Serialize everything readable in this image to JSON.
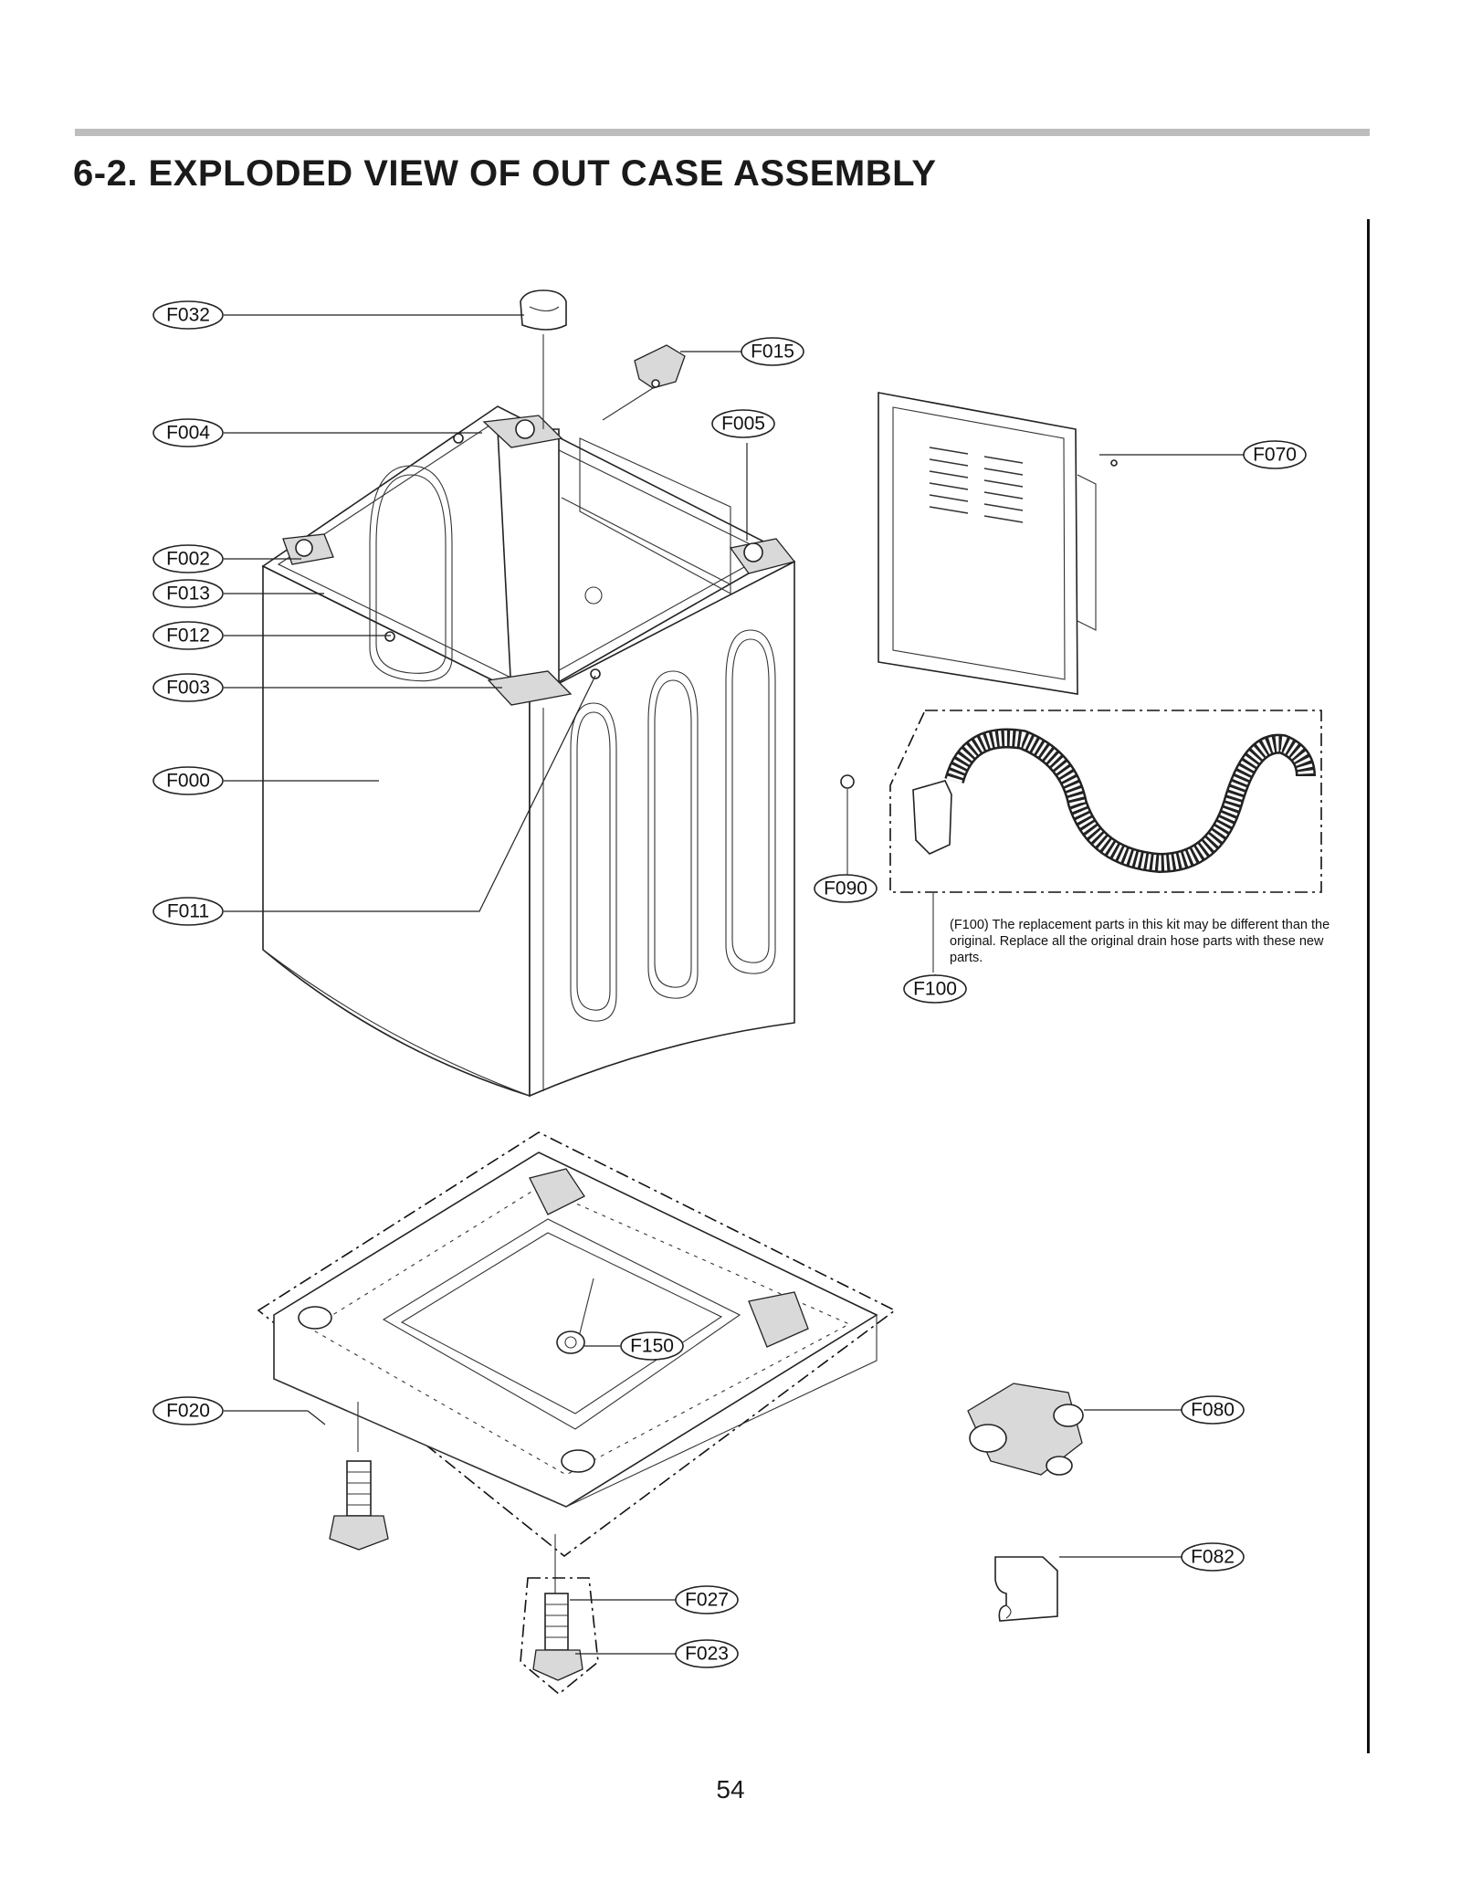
{
  "title": "6-2. EXPLODED VIEW OF OUT CASE ASSEMBLY",
  "page_number": "54",
  "note": "(F100) The replacement parts in this kit may be different than the original. Replace all the original drain hose parts with these new parts.",
  "callouts": {
    "F032": "F032",
    "F015": "F015",
    "F004": "F004",
    "F005": "F005",
    "F070": "F070",
    "F002": "F002",
    "F013": "F013",
    "F012": "F012",
    "F003": "F003",
    "F000": "F000",
    "F011": "F011",
    "F090": "F090",
    "F100": "F100",
    "F150": "F150",
    "F020": "F020",
    "F080": "F080",
    "F082": "F082",
    "F027": "F027",
    "F023": "F023"
  }
}
